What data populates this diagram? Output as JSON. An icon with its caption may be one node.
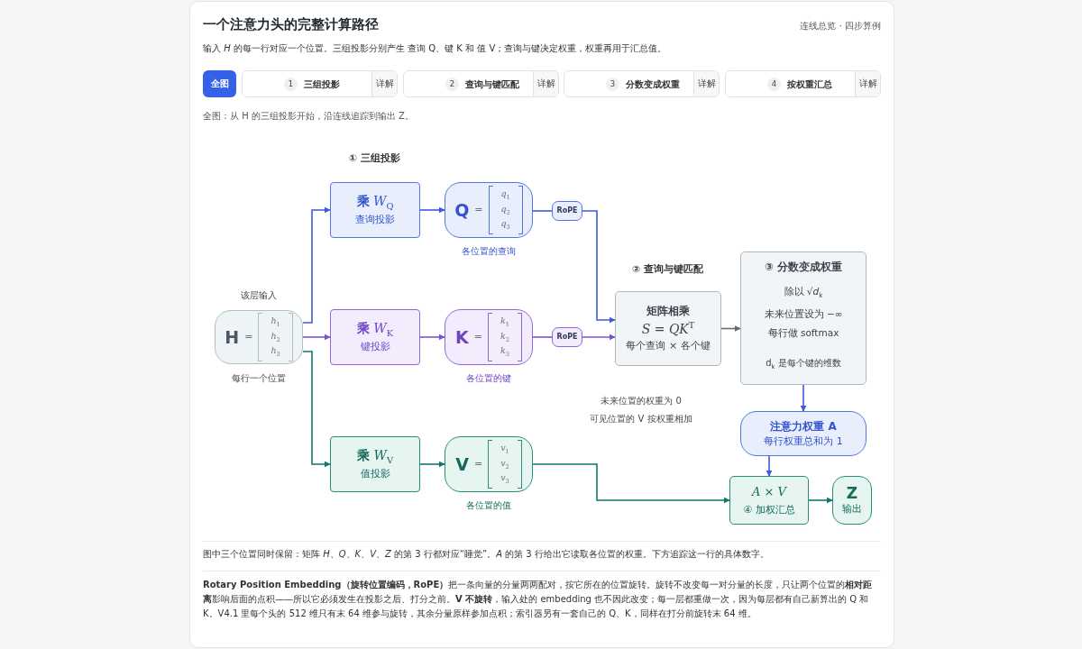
{
  "diagram": {
    "title": "一个注意力头的完整计算路径",
    "nodes": [
      {
        "text": [
          "H",
          "=",
          "*h*$_{1}$",
          "*h*$_{2}$",
          "*h*$_{3}$"
        ],
        "beside": [
          "该层输入",
          "每行一个位置"
        ]
      },
      {
        "text": [
          "**乘** *W*$_{Q}$",
          "查询投影"
        ]
      },
      {
        "text": [
          "Q",
          "=",
          "*q*$_{1}$",
          "*q*$_{2}$",
          "*q*$_{3}$"
        ],
        "beside": [
          "各位置的查询"
        ]
      },
      {
        "text": [
          "RoPE"
        ]
      },
      {
        "text": [
          "**乘** *W*$_{K}$",
          "键投影"
        ]
      },
      {
        "text": [
          "K",
          "=",
          "*k*$_{1}$",
          "*k*$_{2}$",
          "*k*$_{3}$"
        ],
        "beside": [
          "各位置的键"
        ]
      },
      {
        "text": [
          "RoPE"
        ]
      },
      {
        "text": [
          "**乘** *W*$_{V}$",
          "值投影"
        ]
      },
      {
        "text": [
          "V",
          "=",
          "*v*$_{1}$",
          "*v*$_{2}$",
          "*v*$_{3}$"
        ],
        "beside": [
          "各位置的值"
        ]
      },
      {
        "text": [
          "矩阵相乘",
          "*S* = *QK*$^{T}$",
          "每个查询 × 各个键"
        ]
      },
      {
        "text": [
          "③ 分数变成权重",
          "除以 √*d*$_{k}$",
          "未来位置设为 −∞",
          "每行做 softmax",
          "d$_{k}$ 是每个键的维数"
        ]
      },
      {
        "text": [
          "注意力权重 A",
          "每行权重总和为 1"
        ]
      },
      {
        "text": [
          "*A* × *V*",
          "④ 加权汇总"
        ]
      },
      {
        "text": [
          "Z",
          "输出"
        ]
      }
    ],
    "edges": [
      {
        "from": 0,
        "to": 1,
        "arrow": "to"
      },
      {
        "from": 0,
        "to": 4,
        "arrow": "to",
        "color": "#7b4fd0"
      },
      {
        "from": 0,
        "to": 7,
        "arrow": "to",
        "color": "#0f766e"
      },
      {
        "from": 1,
        "to": 2,
        "arrow": "to"
      },
      {
        "from": 2,
        "to": 3,
        "arrow": "none"
      },
      {
        "from": 3,
        "to": 9,
        "arrow": "to"
      },
      {
        "from": 4,
        "to": 5,
        "arrow": "to",
        "color": "#7b4fd0"
      },
      {
        "from": 5,
        "to": 6,
        "arrow": "none",
        "color": "#7b4fd0"
      },
      {
        "from": 6,
        "to": 9,
        "arrow": "to",
        "color": "#7b4fd0"
      },
      {
        "from": 7,
        "to": 8,
        "arrow": "to",
        "color": "#0f766e"
      },
      {
        "from": 8,
        "to": 12,
        "arrow": "to",
        "color": "#0f766e"
      },
      {
        "from": 9,
        "to": 10,
        "arrow": "to",
        "color": "#5f6b75"
      },
      {
        "from": 10,
        "to": 11,
        "arrow": "to"
      },
      {
        "from": 11,
        "to": 12,
        "arrow": "to"
      },
      {
        "from": 12,
        "to": 13,
        "arrow": "to",
        "color": "#0f766e"
      }
    ],
    "labels": [
      "连线总览 · 四步算例",
      "输入 *H* 的每一行对应一个位置。三组投影分别产生 查询 Q、键 K 和 值 V；查询与键决定权重，权重再用于汇总值。",
      "全图",
      "1",
      "三组投影",
      "详解",
      "2",
      "查询与键匹配",
      "详解",
      "3",
      "分数变成权重",
      "详解",
      "4",
      "按权重汇总",
      "详解",
      "全图：从 H 的三组投影开始，沿连线追踪到输出 Z。",
      "① 三组投影",
      "② 查询与键匹配",
      "未来位置的权重为 0",
      "可见位置的 V 按权重相加",
      "图中三个位置同时保留：矩阵 *H*、*Q*、*K*、*V*、*Z* 的第 3 行都对应“睡觉”。*A* 的第 3 行给出它读取各位置的权重。下方追踪这一行的具体数字。",
      "**Rotary Position Embedding（旋转位置编码，RoPE）**把一条向量的分量两两配对，按它所在的位置旋转。旋转不改变每一对分量的长度，只让两个位置的**相对距离**影响后面的点积——所以它必须发生在投影之后、打分之前。**V 不旋转**，输入处的 embedding 也不因此改变；每一层都重做一次，因为每层都有自己新算出的 Q 和 K。V4.1 里每个头的 512 维只有末 64 维参与旋转，其余分量原样参加点积；索引器另有一套自己的 Q、K，同样在打分前旋转末 64 维。"
    ]
  }
}
